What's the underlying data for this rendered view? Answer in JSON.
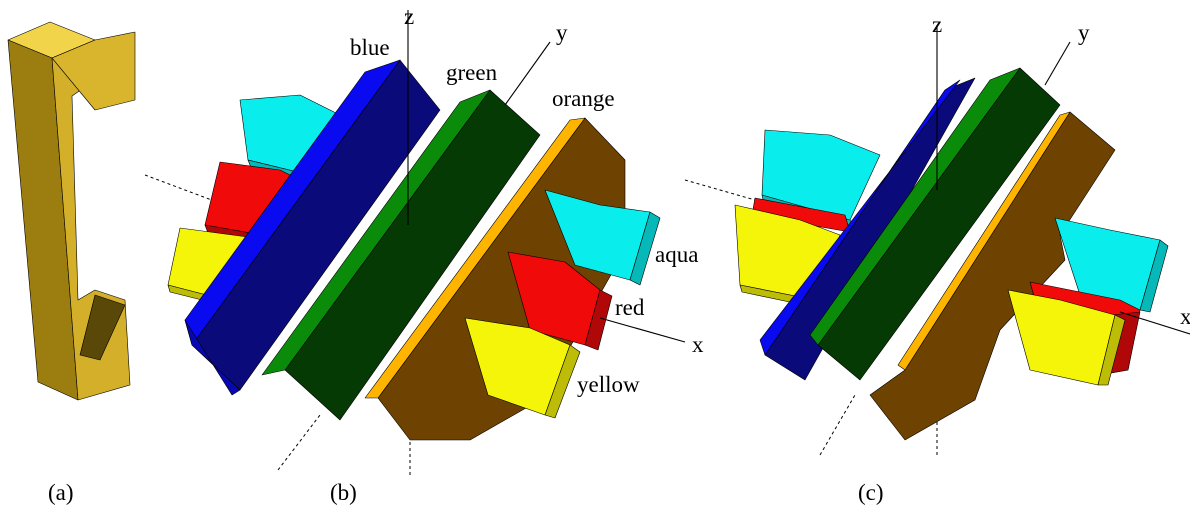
{
  "panels": {
    "a": {
      "caption": "(a)"
    },
    "b": {
      "caption": "(b)",
      "axes": {
        "x": "x",
        "y": "y",
        "z": "z"
      },
      "piece_labels": {
        "blue": "blue",
        "green": "green",
        "orange": "orange",
        "aqua": "aqua",
        "red": "red",
        "yellow": "yellow"
      }
    },
    "c": {
      "caption": "(c)",
      "axes": {
        "x": "x",
        "y": "y",
        "z": "z"
      }
    }
  },
  "colors": {
    "gold": "#E8C430",
    "blue": "#0A0AF0",
    "navy": "#0A0A7A",
    "green": "#0A8C0A",
    "darkgreen": "#053A05",
    "orange": "#FFB400",
    "brown": "#6E4200",
    "cyan": "#0AEDED",
    "red": "#F00A0A",
    "yellow": "#F5F50A"
  }
}
